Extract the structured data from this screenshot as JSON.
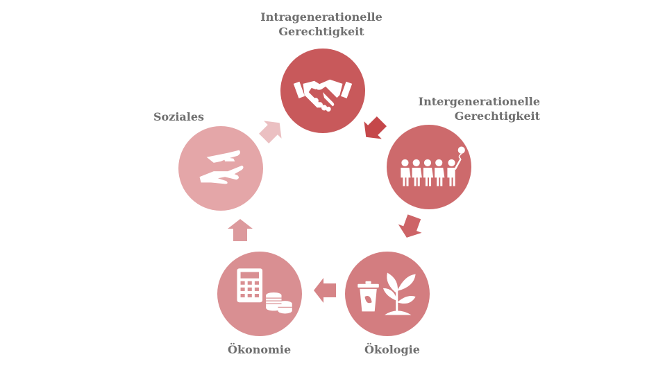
{
  "nodes": {
    "intragenerational": {
      "line1": "Intragenerationelle",
      "line2": "Gerechtigkeit",
      "color": "#c8595b",
      "icon": "handshake-icon"
    },
    "intergenerational": {
      "line1": "Intergenerationelle",
      "line2": "Gerechtigkeit",
      "color": "#cd6a6c",
      "icon": "children-balloon-icon"
    },
    "oekologie": {
      "label": "Ökologie",
      "color": "#d37d80",
      "icon": "compost-plant-icon"
    },
    "oekonomie": {
      "label": "Ökonomie",
      "color": "#d98f92",
      "icon": "calculator-coins-icon"
    },
    "soziales": {
      "label": "Soziales",
      "color": "#e4a6a8",
      "icon": "giving-hands-icon"
    }
  },
  "arrows": {
    "a1": "#c5474a",
    "a2": "#cd6467",
    "a3": "#d68487",
    "a4": "#dc9a9d",
    "a5": "#ebc0c2"
  }
}
